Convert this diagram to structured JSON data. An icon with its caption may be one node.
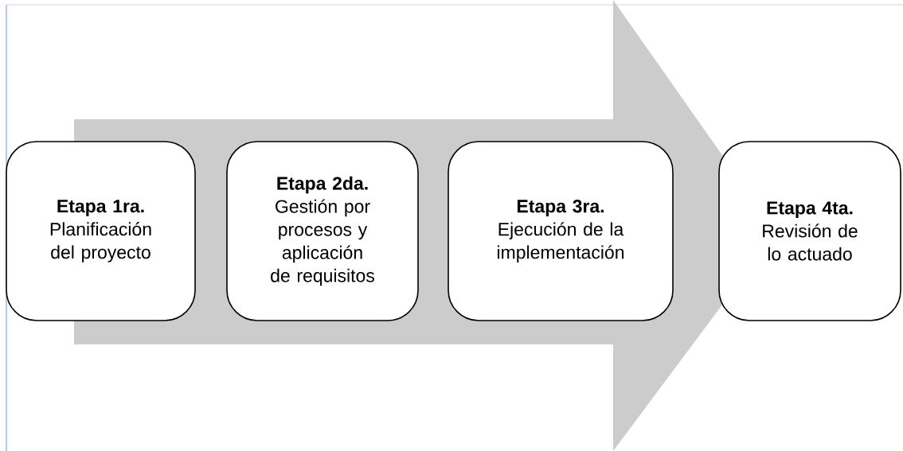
{
  "diagram": {
    "nodes": [
      {
        "text": [
          "Etapa 1ra.",
          "Planificación del proyecto"
        ]
      },
      {
        "text": [
          "Etapa 2da.",
          "Gestión por procesos y aplicación de requisitos"
        ]
      },
      {
        "text": [
          "Etapa 3ra.",
          "Ejecución de la implementación"
        ]
      },
      {
        "text": [
          "Etapa 4ta.",
          "Revisión de lo actuado"
        ]
      }
    ],
    "edges": [
      {
        "from": 0,
        "to": 3,
        "arrow": "to"
      }
    ]
  }
}
